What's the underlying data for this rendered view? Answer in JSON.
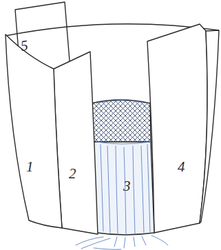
{
  "diagram": {
    "labels": [
      "5",
      "1",
      "2",
      "3",
      "4"
    ]
  }
}
